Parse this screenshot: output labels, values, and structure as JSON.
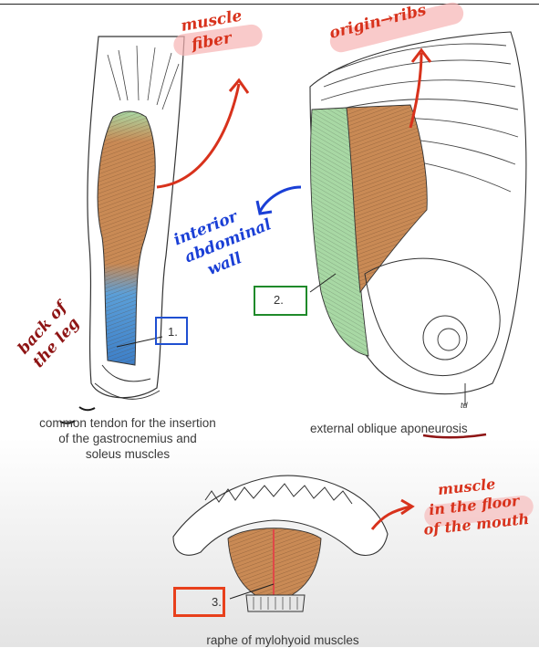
{
  "labels": {
    "one": "1.",
    "two": "2.",
    "three": "3.",
    "td": "td"
  },
  "captions": {
    "leg_line1_pre": "common ",
    "leg_line1_tendon": "tendon",
    "leg_line1_post": " for the insertion",
    "leg_line2_pre": "of the ",
    "leg_line2_gastro": "gastrocnemius and",
    "leg_line3": "soleus muscles",
    "abdomen_pre": "external oblique ",
    "abdomen_apo": "aponeurosis",
    "mouth": "raphe of mylohyoid muscles"
  },
  "notes": {
    "muscle_fiber_line1": "muscle",
    "muscle_fiber_line2": "fiber",
    "origin_ribs": "origin→ribs",
    "interior_line1": "interior",
    "interior_line2": "abdominal",
    "interior_line3": "wall",
    "back_line1": "back of",
    "back_line2": "the leg",
    "mouth_line1": "muscle",
    "mouth_line2": "in the floor",
    "mouth_line3": "of the mouth"
  },
  "colors": {
    "blue_box": "#1f4fd1",
    "green_box": "#1f8a2a",
    "red_box": "#e8401c",
    "note_red": "#d8321c",
    "note_maroon": "#8e1414",
    "note_blue": "#1a3fd6",
    "highlight_pink": "#f7b3b3",
    "muscle_brown": "#c98a55",
    "muscle_green": "#a8d8a4",
    "muscle_blue": "#5b9fd8"
  }
}
